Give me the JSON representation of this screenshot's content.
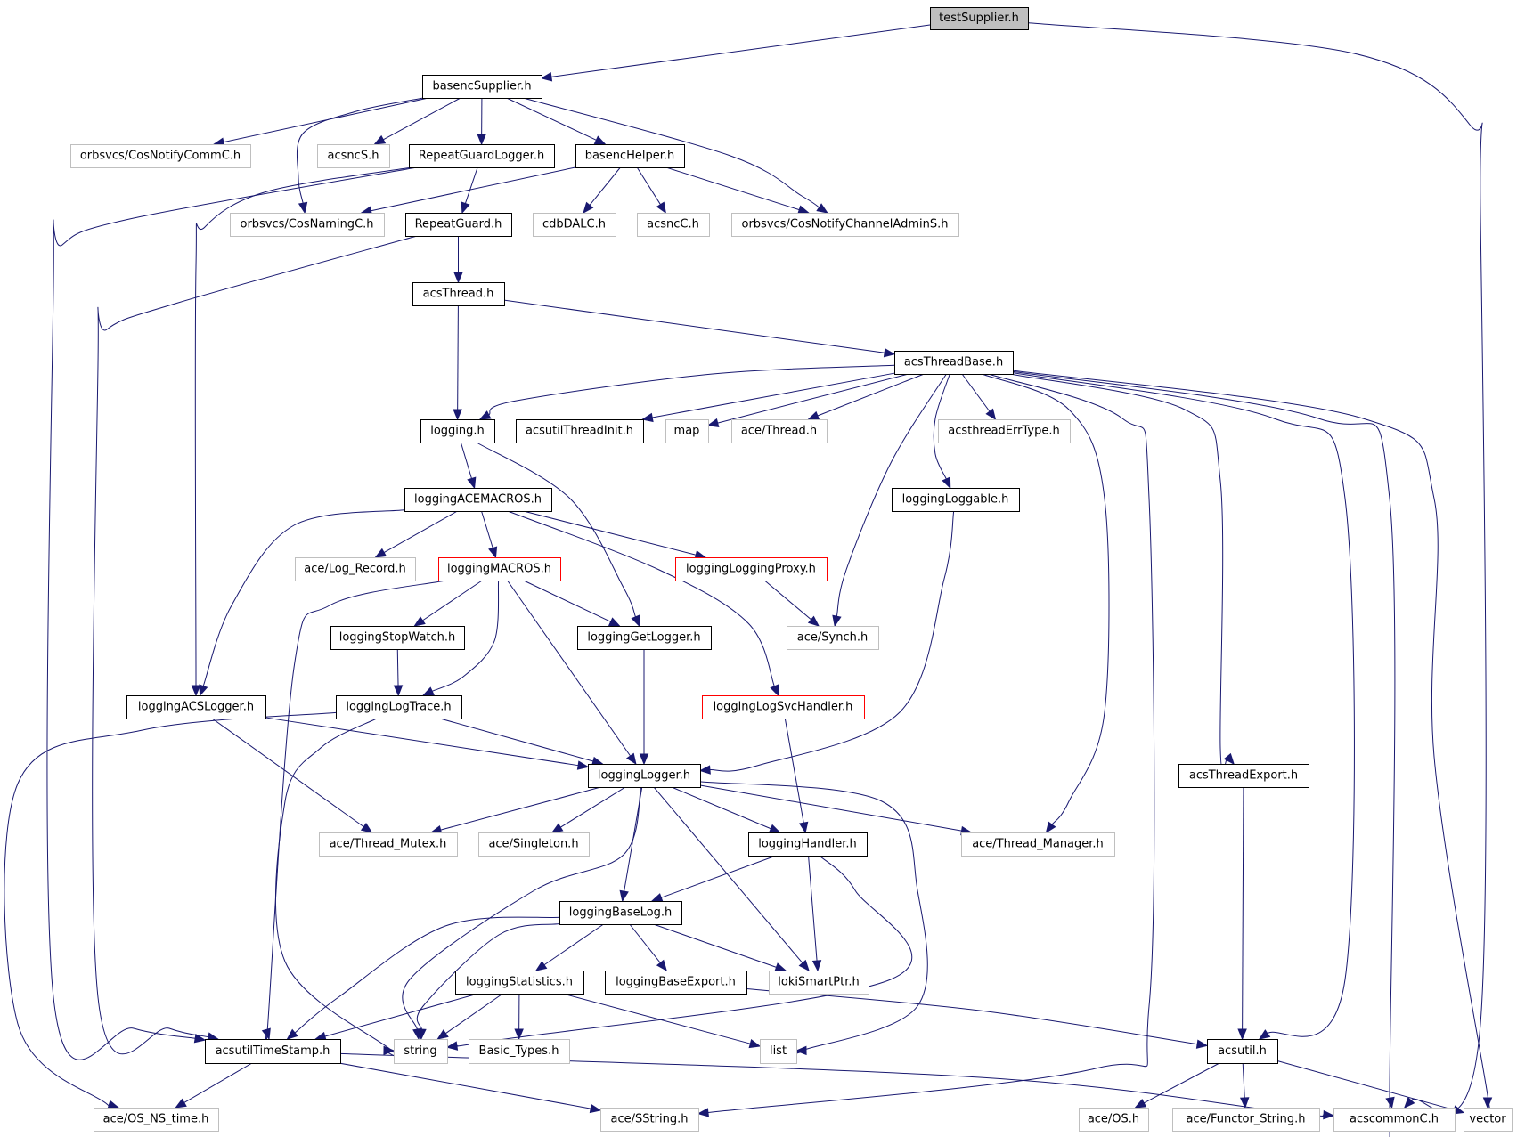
{
  "diagram": {
    "type": "include-dependency-graph",
    "root": "testSupplier.h",
    "colors": {
      "edge": "#191970",
      "documented_border": "#000000",
      "undocumented_border": "#bfbfbf",
      "incomplete_border": "#ff0000",
      "root_fill": "#bfbfbf"
    },
    "nodes": [
      {
        "id": "testSupplier",
        "label": "testSupplier.h",
        "style": "root"
      },
      {
        "id": "basencSupplier",
        "label": "basencSupplier.h",
        "style": "black"
      },
      {
        "id": "CosNotifyCommC",
        "label": "orbsvcs/CosNotifyCommC.h",
        "style": "gray"
      },
      {
        "id": "acsncS",
        "label": "acsncS.h",
        "style": "gray"
      },
      {
        "id": "RepeatGuardLogger",
        "label": "RepeatGuardLogger.h",
        "style": "black"
      },
      {
        "id": "basencHelper",
        "label": "basencHelper.h",
        "style": "black"
      },
      {
        "id": "CosNamingC",
        "label": "orbsvcs/CosNamingC.h",
        "style": "gray"
      },
      {
        "id": "RepeatGuard",
        "label": "RepeatGuard.h",
        "style": "black"
      },
      {
        "id": "cdbDALC",
        "label": "cdbDALC.h",
        "style": "gray"
      },
      {
        "id": "acsncC",
        "label": "acsncC.h",
        "style": "gray"
      },
      {
        "id": "CosNotifyChannelAdminS",
        "label": "orbsvcs/CosNotifyChannelAdminS.h",
        "style": "gray"
      },
      {
        "id": "acsThread",
        "label": "acsThread.h",
        "style": "black"
      },
      {
        "id": "acsThreadBase",
        "label": "acsThreadBase.h",
        "style": "black"
      },
      {
        "id": "logging",
        "label": "logging.h",
        "style": "black"
      },
      {
        "id": "acsutilThreadInit",
        "label": "acsutilThreadInit.h",
        "style": "black"
      },
      {
        "id": "map",
        "label": "map",
        "style": "gray"
      },
      {
        "id": "aceThread",
        "label": "ace/Thread.h",
        "style": "gray"
      },
      {
        "id": "acsthreadErrType",
        "label": "acsthreadErrType.h",
        "style": "gray"
      },
      {
        "id": "loggingACEMACROS",
        "label": "loggingACEMACROS.h",
        "style": "black"
      },
      {
        "id": "loggingLoggable",
        "label": "loggingLoggable.h",
        "style": "black"
      },
      {
        "id": "aceLogRecord",
        "label": "ace/Log_Record.h",
        "style": "gray"
      },
      {
        "id": "loggingMACROS",
        "label": "loggingMACROS.h",
        "style": "red"
      },
      {
        "id": "loggingLoggingProxy",
        "label": "loggingLoggingProxy.h",
        "style": "red"
      },
      {
        "id": "loggingStopWatch",
        "label": "loggingStopWatch.h",
        "style": "black"
      },
      {
        "id": "loggingGetLogger",
        "label": "loggingGetLogger.h",
        "style": "black"
      },
      {
        "id": "aceSynch",
        "label": "ace/Synch.h",
        "style": "gray"
      },
      {
        "id": "loggingACSLogger",
        "label": "loggingACSLogger.h",
        "style": "black"
      },
      {
        "id": "loggingLogTrace",
        "label": "loggingLogTrace.h",
        "style": "black"
      },
      {
        "id": "loggingLogSvcHandler",
        "label": "loggingLogSvcHandler.h",
        "style": "red"
      },
      {
        "id": "loggingLogger",
        "label": "loggingLogger.h",
        "style": "black"
      },
      {
        "id": "acsThreadExport",
        "label": "acsThreadExport.h",
        "style": "black"
      },
      {
        "id": "aceThreadMutex",
        "label": "ace/Thread_Mutex.h",
        "style": "gray"
      },
      {
        "id": "aceSingleton",
        "label": "ace/Singleton.h",
        "style": "gray"
      },
      {
        "id": "loggingHandler",
        "label": "loggingHandler.h",
        "style": "black"
      },
      {
        "id": "aceThreadManager",
        "label": "ace/Thread_Manager.h",
        "style": "gray"
      },
      {
        "id": "loggingBaseLog",
        "label": "loggingBaseLog.h",
        "style": "black"
      },
      {
        "id": "loggingStatistics",
        "label": "loggingStatistics.h",
        "style": "black"
      },
      {
        "id": "loggingBaseExport",
        "label": "loggingBaseExport.h",
        "style": "black"
      },
      {
        "id": "lokiSmartPtr",
        "label": "lokiSmartPtr.h",
        "style": "gray"
      },
      {
        "id": "acsutilTimeStamp",
        "label": "acsutilTimeStamp.h",
        "style": "black"
      },
      {
        "id": "string",
        "label": "string",
        "style": "gray"
      },
      {
        "id": "BasicTypes",
        "label": "Basic_Types.h",
        "style": "gray"
      },
      {
        "id": "list",
        "label": "list",
        "style": "gray"
      },
      {
        "id": "acsutil",
        "label": "acsutil.h",
        "style": "black"
      },
      {
        "id": "aceOSNStime",
        "label": "ace/OS_NS_time.h",
        "style": "gray"
      },
      {
        "id": "aceSString",
        "label": "ace/SString.h",
        "style": "gray"
      },
      {
        "id": "aceOS",
        "label": "ace/OS.h",
        "style": "gray"
      },
      {
        "id": "aceFunctorString",
        "label": "ace/Functor_String.h",
        "style": "gray"
      },
      {
        "id": "acscommonC",
        "label": "acscommonC.h",
        "style": "gray"
      },
      {
        "id": "vector",
        "label": "vector",
        "style": "gray"
      }
    ],
    "edges": [
      [
        "testSupplier",
        "basencSupplier"
      ],
      [
        "testSupplier",
        "acscommonC"
      ],
      [
        "basencSupplier",
        "CosNotifyCommC"
      ],
      [
        "basencSupplier",
        "CosNamingC"
      ],
      [
        "basencSupplier",
        "acsncS"
      ],
      [
        "basencSupplier",
        "RepeatGuardLogger"
      ],
      [
        "basencSupplier",
        "basencHelper"
      ],
      [
        "basencSupplier",
        "CosNotifyChannelAdminS"
      ],
      [
        "RepeatGuardLogger",
        "RepeatGuard"
      ],
      [
        "RepeatGuardLogger",
        "loggingACSLogger"
      ],
      [
        "RepeatGuardLogger",
        "acsutilTimeStamp"
      ],
      [
        "basencHelper",
        "CosNamingC"
      ],
      [
        "basencHelper",
        "cdbDALC"
      ],
      [
        "basencHelper",
        "acsncC"
      ],
      [
        "basencHelper",
        "CosNotifyChannelAdminS"
      ],
      [
        "RepeatGuard",
        "acsThread"
      ],
      [
        "RepeatGuard",
        "acsutilTimeStamp"
      ],
      [
        "acsThread",
        "logging"
      ],
      [
        "acsThread",
        "acsThreadBase"
      ],
      [
        "acsThreadBase",
        "logging"
      ],
      [
        "acsThreadBase",
        "acsutilThreadInit"
      ],
      [
        "acsThreadBase",
        "map"
      ],
      [
        "acsThreadBase",
        "aceThread"
      ],
      [
        "acsThreadBase",
        "acsthreadErrType"
      ],
      [
        "acsThreadBase",
        "loggingLoggable"
      ],
      [
        "acsThreadBase",
        "aceSynch"
      ],
      [
        "acsThreadBase",
        "aceThreadManager"
      ],
      [
        "acsThreadBase",
        "aceSString"
      ],
      [
        "acsThreadBase",
        "acsThreadExport"
      ],
      [
        "acsThreadBase",
        "acsutil"
      ],
      [
        "acsThreadBase",
        "acscommonC"
      ],
      [
        "acsThreadBase",
        "vector"
      ],
      [
        "logging",
        "loggingACEMACROS"
      ],
      [
        "logging",
        "loggingGetLogger"
      ],
      [
        "loggingACEMACROS",
        "aceLogRecord"
      ],
      [
        "loggingACEMACROS",
        "loggingMACROS"
      ],
      [
        "loggingACEMACROS",
        "loggingLoggingProxy"
      ],
      [
        "loggingACEMACROS",
        "loggingLogSvcHandler"
      ],
      [
        "loggingACEMACROS",
        "loggingACSLogger"
      ],
      [
        "loggingMACROS",
        "loggingStopWatch"
      ],
      [
        "loggingMACROS",
        "loggingGetLogger"
      ],
      [
        "loggingMACROS",
        "loggingLogTrace"
      ],
      [
        "loggingMACROS",
        "loggingLogger"
      ],
      [
        "loggingMACROS",
        "acsutilTimeStamp"
      ],
      [
        "loggingLoggingProxy",
        "aceSynch"
      ],
      [
        "loggingStopWatch",
        "loggingLogTrace"
      ],
      [
        "loggingGetLogger",
        "loggingLogger"
      ],
      [
        "loggingLoggable",
        "loggingLogger"
      ],
      [
        "loggingACSLogger",
        "loggingLogger"
      ],
      [
        "loggingACSLogger",
        "aceThreadMutex"
      ],
      [
        "loggingLogTrace",
        "loggingLogger"
      ],
      [
        "loggingLogTrace",
        "string"
      ],
      [
        "loggingLogTrace",
        "aceOSNStime"
      ],
      [
        "loggingLogSvcHandler",
        "loggingHandler"
      ],
      [
        "loggingLogger",
        "aceThreadMutex"
      ],
      [
        "loggingLogger",
        "aceSingleton"
      ],
      [
        "loggingLogger",
        "loggingHandler"
      ],
      [
        "loggingLogger",
        "aceThreadManager"
      ],
      [
        "loggingLogger",
        "loggingBaseLog"
      ],
      [
        "loggingLogger",
        "lokiSmartPtr"
      ],
      [
        "loggingLogger",
        "string"
      ],
      [
        "loggingLogger",
        "list"
      ],
      [
        "loggingHandler",
        "loggingBaseLog"
      ],
      [
        "loggingHandler",
        "lokiSmartPtr"
      ],
      [
        "loggingHandler",
        "string"
      ],
      [
        "loggingBaseLog",
        "loggingStatistics"
      ],
      [
        "loggingBaseLog",
        "loggingBaseExport"
      ],
      [
        "loggingBaseLog",
        "lokiSmartPtr"
      ],
      [
        "loggingBaseLog",
        "acsutilTimeStamp"
      ],
      [
        "loggingBaseLog",
        "string"
      ],
      [
        "loggingStatistics",
        "acsutilTimeStamp"
      ],
      [
        "loggingStatistics",
        "string"
      ],
      [
        "loggingStatistics",
        "BasicTypes"
      ],
      [
        "loggingStatistics",
        "list"
      ],
      [
        "loggingBaseExport",
        "acsutil"
      ],
      [
        "acsThreadExport",
        "acsutil"
      ],
      [
        "acsutilTimeStamp",
        "aceOSNStime"
      ],
      [
        "acsutilTimeStamp",
        "aceSString"
      ],
      [
        "acsutilTimeStamp",
        "acscommonC"
      ],
      [
        "acsutil",
        "aceOS"
      ],
      [
        "acsutil",
        "aceFunctorString"
      ],
      [
        "acsutil",
        "vector"
      ]
    ]
  }
}
